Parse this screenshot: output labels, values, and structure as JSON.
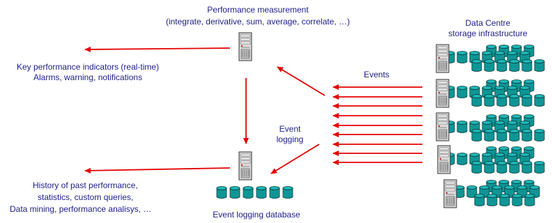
{
  "perf": {
    "title": "Performance measurement",
    "ops": "(integrate, derivative, sum, average, correlate, …)"
  },
  "kpi": {
    "line1": "Key performance indicators (real-time)",
    "line2": "Alarms, warning, notifications"
  },
  "datacentre": {
    "line1": "Data Centre",
    "line2": "storage infrastructure"
  },
  "events_label": "Events",
  "event_logging": {
    "line1": "Event",
    "line2": "logging"
  },
  "history": {
    "line1": "History of past performance,",
    "line2": "statistics, custom queries,",
    "line3": "Data mining, performance analisys, …"
  },
  "db_label": "Event logging database",
  "colors": {
    "text": "#1c1c8c",
    "arrow": "#e60000",
    "disk": "#0f9595",
    "disk_top": "#1fb5b5",
    "server": "#d7d7d7"
  }
}
